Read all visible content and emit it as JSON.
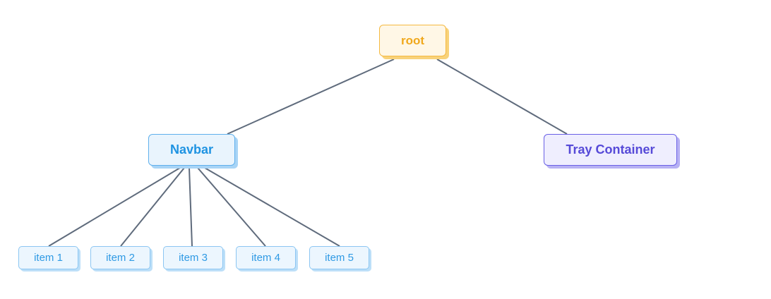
{
  "diagram": {
    "nodes": {
      "root": "root",
      "navbar": "Navbar",
      "tray": "Tray Container",
      "items": [
        "item 1",
        "item 2",
        "item 3",
        "item 4",
        "item 5"
      ]
    },
    "edges": [
      [
        "root",
        "navbar"
      ],
      [
        "root",
        "tray"
      ],
      [
        "navbar",
        "item 1"
      ],
      [
        "navbar",
        "item 2"
      ],
      [
        "navbar",
        "item 3"
      ],
      [
        "navbar",
        "item 4"
      ],
      [
        "navbar",
        "item 5"
      ]
    ],
    "colors": {
      "edge": "#5f6b7c",
      "root_accent": "#f0a81c",
      "navbar_accent": "#1f93e2",
      "tray_accent": "#564ad8",
      "item_accent": "#2f9ae4"
    }
  }
}
